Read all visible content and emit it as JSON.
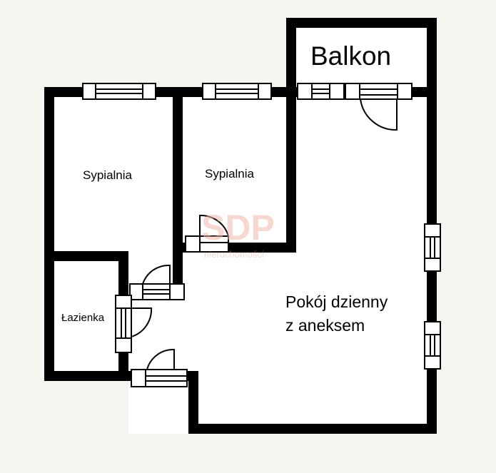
{
  "rooms": {
    "balcony": "Balkon",
    "bedroom_1": "Sypialnia",
    "bedroom_2": "Sypialnia",
    "bathroom": "Łazienka",
    "living_line1": "Pokój dzienny",
    "living_line2": "z aneksem"
  },
  "watermark": {
    "brand": "SDP",
    "sub": "nieruchomości"
  },
  "colors": {
    "wall": "#000000",
    "floor": "#ffffff",
    "background": "#f6f4ef",
    "watermark": "#f2b9ad"
  }
}
